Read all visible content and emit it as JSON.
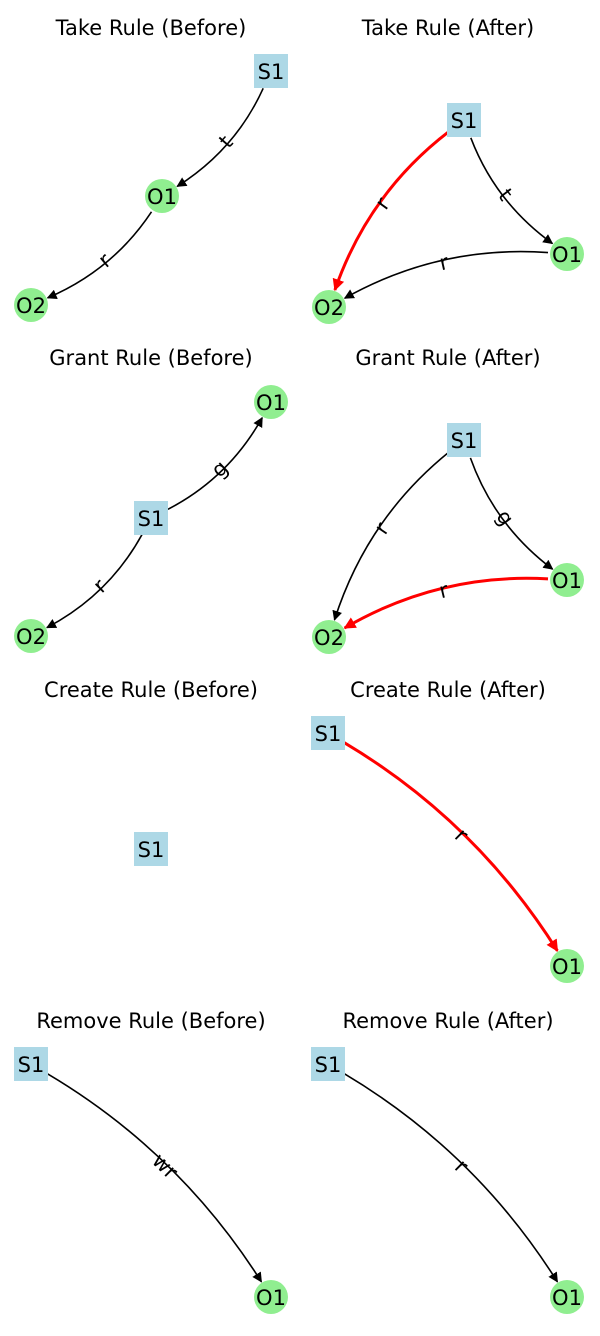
{
  "colors": {
    "subject_node": "#add8e6",
    "object_node": "#90ee90",
    "edge": "#000000",
    "highlight_edge": "#ff0000"
  },
  "panels": [
    {
      "id": "take-before",
      "title": "Take Rule (Before)",
      "nodes": [
        {
          "id": "S1",
          "label": "S1",
          "kind": "subject"
        },
        {
          "id": "O1",
          "label": "O1",
          "kind": "object"
        },
        {
          "id": "O2",
          "label": "O2",
          "kind": "object"
        }
      ],
      "edges": [
        {
          "from": "S1",
          "to": "O1",
          "label": "t",
          "highlight": false
        },
        {
          "from": "O1",
          "to": "O2",
          "label": "r",
          "highlight": false
        }
      ]
    },
    {
      "id": "take-after",
      "title": "Take Rule (After)",
      "nodes": [
        {
          "id": "S1",
          "label": "S1",
          "kind": "subject"
        },
        {
          "id": "O1",
          "label": "O1",
          "kind": "object"
        },
        {
          "id": "O2",
          "label": "O2",
          "kind": "object"
        }
      ],
      "edges": [
        {
          "from": "S1",
          "to": "O1",
          "label": "t",
          "highlight": false
        },
        {
          "from": "O1",
          "to": "O2",
          "label": "r",
          "highlight": false
        },
        {
          "from": "S1",
          "to": "O2",
          "label": "r",
          "highlight": true
        }
      ]
    },
    {
      "id": "grant-before",
      "title": "Grant Rule (Before)",
      "nodes": [
        {
          "id": "O1",
          "label": "O1",
          "kind": "object"
        },
        {
          "id": "S1",
          "label": "S1",
          "kind": "subject"
        },
        {
          "id": "O2",
          "label": "O2",
          "kind": "object"
        }
      ],
      "edges": [
        {
          "from": "S1",
          "to": "O1",
          "label": "g",
          "highlight": false
        },
        {
          "from": "S1",
          "to": "O2",
          "label": "r",
          "highlight": false
        }
      ]
    },
    {
      "id": "grant-after",
      "title": "Grant Rule (After)",
      "nodes": [
        {
          "id": "S1",
          "label": "S1",
          "kind": "subject"
        },
        {
          "id": "O1",
          "label": "O1",
          "kind": "object"
        },
        {
          "id": "O2",
          "label": "O2",
          "kind": "object"
        }
      ],
      "edges": [
        {
          "from": "S1",
          "to": "O1",
          "label": "g",
          "highlight": false
        },
        {
          "from": "S1",
          "to": "O2",
          "label": "r",
          "highlight": false
        },
        {
          "from": "O1",
          "to": "O2",
          "label": "r",
          "highlight": true
        }
      ]
    },
    {
      "id": "create-before",
      "title": "Create Rule (Before)",
      "nodes": [
        {
          "id": "S1",
          "label": "S1",
          "kind": "subject"
        }
      ],
      "edges": []
    },
    {
      "id": "create-after",
      "title": "Create Rule (After)",
      "nodes": [
        {
          "id": "S1",
          "label": "S1",
          "kind": "subject"
        },
        {
          "id": "O1",
          "label": "O1",
          "kind": "object"
        }
      ],
      "edges": [
        {
          "from": "S1",
          "to": "O1",
          "label": "r",
          "highlight": true
        }
      ]
    },
    {
      "id": "remove-before",
      "title": "Remove Rule (Before)",
      "nodes": [
        {
          "id": "S1",
          "label": "S1",
          "kind": "subject"
        },
        {
          "id": "O1",
          "label": "O1",
          "kind": "object"
        }
      ],
      "edges": [
        {
          "from": "S1",
          "to": "O1",
          "label": "wr",
          "highlight": false
        }
      ]
    },
    {
      "id": "remove-after",
      "title": "Remove Rule (After)",
      "nodes": [
        {
          "id": "S1",
          "label": "S1",
          "kind": "subject"
        },
        {
          "id": "O1",
          "label": "O1",
          "kind": "object"
        }
      ],
      "edges": [
        {
          "from": "S1",
          "to": "O1",
          "label": "r",
          "highlight": false
        }
      ]
    }
  ]
}
